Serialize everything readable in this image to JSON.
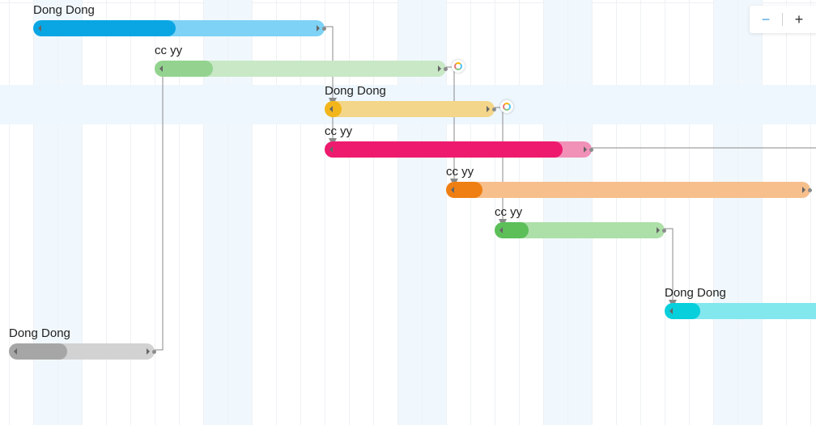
{
  "zoom": {
    "out_label": "−",
    "in_label": "+"
  },
  "colors": {
    "link_line": "#8a8a8a",
    "weekend_column": "#f1f8fd",
    "row_highlight": "#eef7fd"
  },
  "tasks": [
    {
      "assignee": "Dong Dong",
      "bar_color": "#7dd2f5",
      "progress_color": "#0aa6e4",
      "progress": 0.49
    },
    {
      "assignee": "cc yy",
      "bar_color": "#c8e8c6",
      "progress_color": "#93d38f",
      "progress": 0.2
    },
    {
      "assignee": "Dong Dong",
      "bar_color": "#f3d68a",
      "progress_color": "#f2b61a",
      "progress": 0.1
    },
    {
      "assignee": "cc yy",
      "bar_color": "#f291b8",
      "progress_color": "#ee1a6e",
      "progress": 0.89
    },
    {
      "assignee": "cc yy",
      "bar_color": "#f6bf8c",
      "progress_color": "#ef7f13",
      "progress": 0.1
    },
    {
      "assignee": "cc yy",
      "bar_color": "#ade0a8",
      "progress_color": "#5cbf58",
      "progress": 0.2
    },
    {
      "assignee": "Dong Dong",
      "bar_color": "#83e7ee",
      "progress_color": "#08cfdc",
      "progress": 0.22
    },
    {
      "assignee": "Dong Dong",
      "bar_color": "#d2d2d2",
      "progress_color": "#a6a6a6",
      "progress": 0.4
    }
  ]
}
